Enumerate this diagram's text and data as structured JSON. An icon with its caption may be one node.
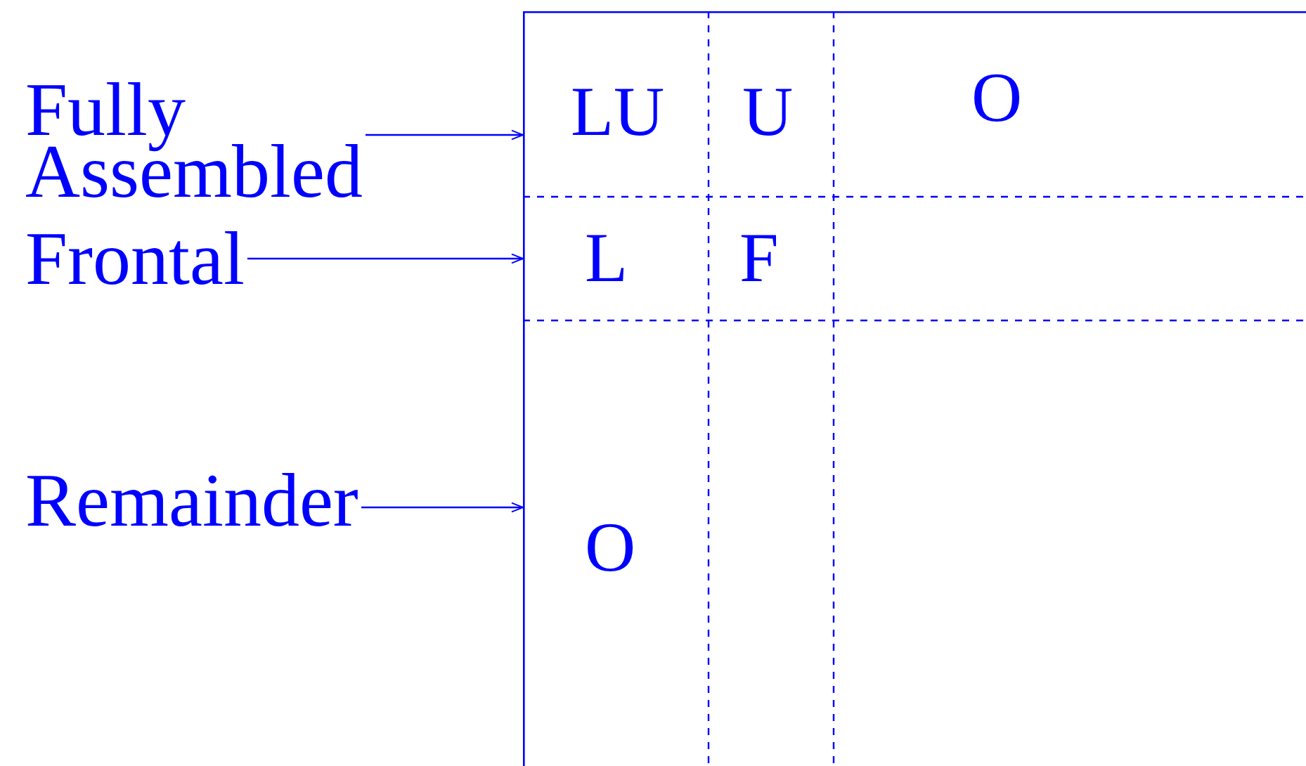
{
  "diagram": {
    "nodes": [
      {
        "text": [
          "Fully Assembled"
        ]
      },
      {
        "text": [
          "Frontal"
        ]
      },
      {
        "text": [
          "Remainder"
        ]
      },
      {
        "text": [],
        "shape": "box"
      },
      {
        "text": [
          "LU"
        ],
        "in": 3
      },
      {
        "text": [
          "U"
        ],
        "in": 3
      },
      {
        "text": [
          "O"
        ],
        "in": 3
      },
      {
        "text": [
          "L"
        ],
        "in": 3
      },
      {
        "text": [
          "F"
        ],
        "in": 3
      },
      {
        "text": [
          "O"
        ],
        "in": 3
      }
    ],
    "edges": [
      {
        "from": 0,
        "to": 3,
        "arrow": "to"
      },
      {
        "from": 1,
        "to": 3,
        "arrow": "to"
      },
      {
        "from": 2,
        "to": 3,
        "arrow": "to"
      }
    ]
  }
}
